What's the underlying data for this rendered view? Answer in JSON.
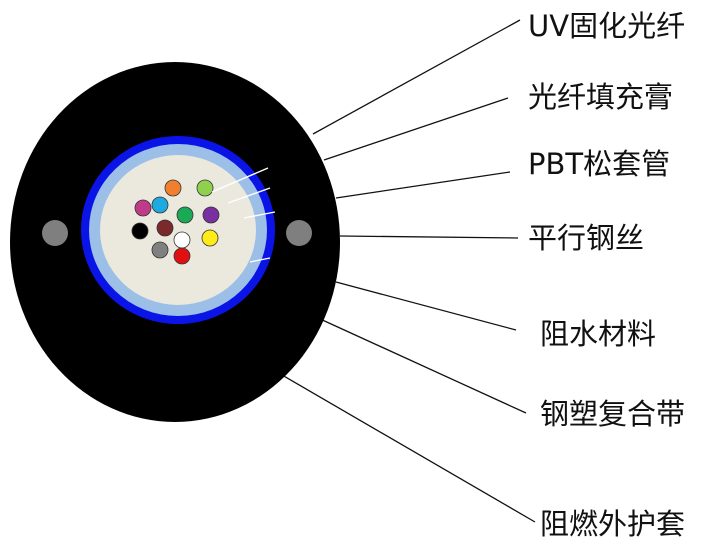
{
  "labels": [
    {
      "id": "uv-cured-fiber",
      "text": "UV固化光纤"
    },
    {
      "id": "fiber-filling-gel",
      "text": "光纤填充膏"
    },
    {
      "id": "pbt-loose-tube",
      "text": "PBT松套管"
    },
    {
      "id": "parallel-steel-wire",
      "text": "平行钢丝"
    },
    {
      "id": "water-blocking-material",
      "text": "阻水材料"
    },
    {
      "id": "steel-plastic-tape",
      "text": "钢塑复合带"
    },
    {
      "id": "flame-retardant-sheath",
      "text": "阻燃外护套"
    }
  ],
  "colors": {
    "sheath": "#000000",
    "tape": "#0a14e6",
    "tube": "#9cbfe8",
    "gel": "#ebe8de",
    "steel_wire": "#7f7f7f",
    "leader_line": "#111111"
  },
  "fiber_colors": [
    "#f08030",
    "#8fd14f",
    "#c03a8a",
    "#1fa9e1",
    "#1aaa55",
    "#7a2fa0",
    "#000000",
    "#7a2a2a",
    "#ffffff",
    "#ffeb1a",
    "#808080",
    "#e01010"
  ]
}
